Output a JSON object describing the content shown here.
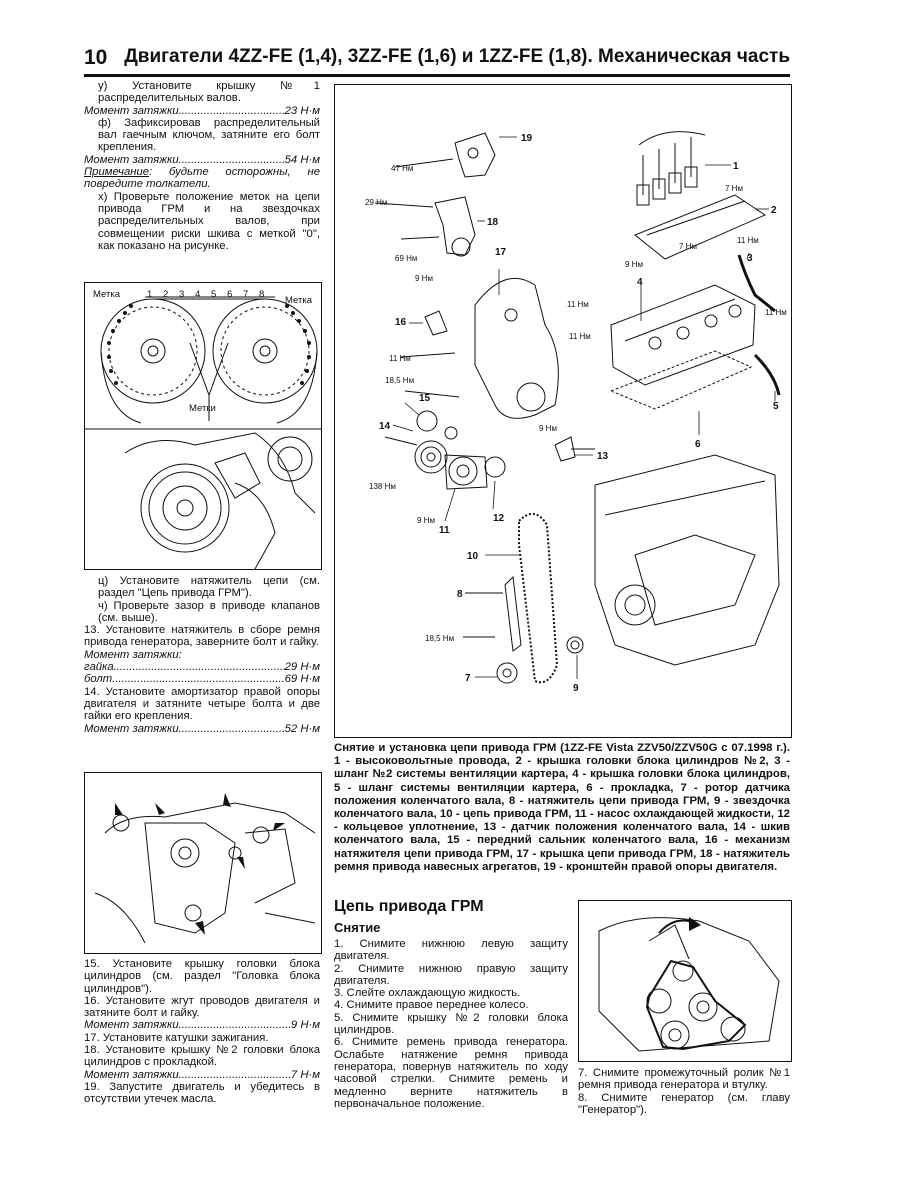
{
  "header": {
    "page_number": "10",
    "title": "Двигатели 4ZZ-FE (1,4), 3ZZ-FE (1,6) и 1ZZ-FE (1,8). Механическая часть"
  },
  "left_top": {
    "step_y": "у) Установите крышку №1 распределительных валов.",
    "torque1": {
      "label": "Момент затяжки",
      "value": "23 Н·м"
    },
    "step_f": "ф) Зафиксировав распределительный вал гаечным ключом, затяните его болт крепления.",
    "torque2": {
      "label": "Момент затяжки",
      "value": "54 Н·м"
    },
    "note_label": "Примечание",
    "note_text": ": будьте осторожны, не повредите толкатели.",
    "step_h": "х) Проверьте положение меток на цепи привода ГРМ и на звездочках распределительных валов, при совмещении риски шкива с меткой \"0\", как показано на рисунке."
  },
  "fig_marks": {
    "label_left": "Метка",
    "label_right": "Метка",
    "label_bottom": "Метки",
    "chain_numbers": [
      "1",
      "2",
      "3",
      "4",
      "5",
      "6",
      "7",
      "8"
    ]
  },
  "left_mid": {
    "step_ts": "ц) Установите натяжитель цепи (см. раздел \"Цепь привода ГРМ\").",
    "step_ch": "ч) Проверьте зазор в приводе клапанов (см. выше).",
    "step_13": "13. Установите натяжитель в сборе ремня привода генератора, заверните болт и гайку.",
    "torque_label": "Момент затяжки:",
    "nut": {
      "label": "гайка",
      "value": "29 Н·м"
    },
    "bolt": {
      "label": "болт",
      "value": "69 Н·м"
    },
    "step_14": "14. Установите амортизатор правой опоры двигателя и затяните четыре болта и две гайки его крепления.",
    "torque3": {
      "label": "Момент затяжки",
      "value": "52 Н·м"
    }
  },
  "left_bottom": {
    "step_15": "15. Установите крышку головки блока цилиндров (см. раздел \"Головка блока цилиндров\").",
    "step_16": "16. Установите жгут проводов двигателя и затяните болт и гайку.",
    "torque4": {
      "label": "Момент затяжки",
      "value": "9 Н·м"
    },
    "step_17": "17. Установите катушки зажигания.",
    "step_18": "18. Установите крышку №2 головки блока цилиндров с прокладкой.",
    "torque5": {
      "label": "Момент затяжки",
      "value": "7 Н·м"
    },
    "step_19": "19. Запустите двигатель и убедитесь в отсутствии утечек масла."
  },
  "main_fig": {
    "torques": [
      "47 Нм",
      "29 Нм",
      "69 Нм",
      "9 Нм",
      "11 Нм",
      "18,5 Нм",
      "138 Нм",
      "9 Нм",
      "7 Нм",
      "7 Нм",
      "11 Нм",
      "9 Нм",
      "11 Нм",
      "11 Нм",
      "11 Нм",
      "9 Нм",
      "18,5 Нм"
    ],
    "numbers": [
      "1",
      "2",
      "3",
      "4",
      "5",
      "6",
      "7",
      "8",
      "9",
      "10",
      "11",
      "12",
      "13",
      "14",
      "15",
      "16",
      "17",
      "18",
      "19"
    ]
  },
  "caption": "Снятие и установка цепи привода ГРМ (1ZZ-FE Vista ZZV50/ZZV50G с 07.1998 г.). 1 - высоковольтные провода, 2 - крышка головки блока цилиндров №2, 3 - шланг №2 системы вентиляции картера, 4 - крышка головки блока цилиндров, 5 - шланг системы вентиляции картера, 6 - прокладка, 7 - ротор датчика положения коленчатого вала, 8 - натяжитель цепи привода ГРМ, 9 - звездочка коленчатого вала, 10 - цепь привода ГРМ, 11 - насос охлаждающей жидкости, 12 - кольцевое уплотнение, 13 - датчик положения коленчатого вала, 14 - шкив коленчатого вала, 15 - передний сальник коленчатого вала, 16 - механизм натяжителя цепи привода ГРМ, 17 - крышка цепи привода ГРМ, 18 - натяжитель ремня привода навесных агрегатов, 19 - кронштейн правой опоры двигателя.",
  "section": {
    "title": "Цепь привода ГРМ",
    "subtitle": "Снятие",
    "steps": [
      "1. Снимите нижнюю левую защиту двигателя.",
      "2. Снимите нижнюю правую защиту двигателя.",
      "3. Слейте охлаждающую жидкость.",
      "4. Снимите правое переднее колесо.",
      "5. Снимите крышку №2 головки блока цилиндров.",
      "6. Снимите ремень привода генератора. Ослабьте натяжение ремня привода генератора, повернув натяжитель по ходу часовой стрелки. Снимите ремень и медленно верните натяжитель в первоначальное положение."
    ]
  },
  "right_steps": {
    "step_7": "7. Снимите промежуточный ролик №1 ремня привода генератора и втулку.",
    "step_8": "8. Снимите генератор (см. главу \"Генератор\")."
  }
}
